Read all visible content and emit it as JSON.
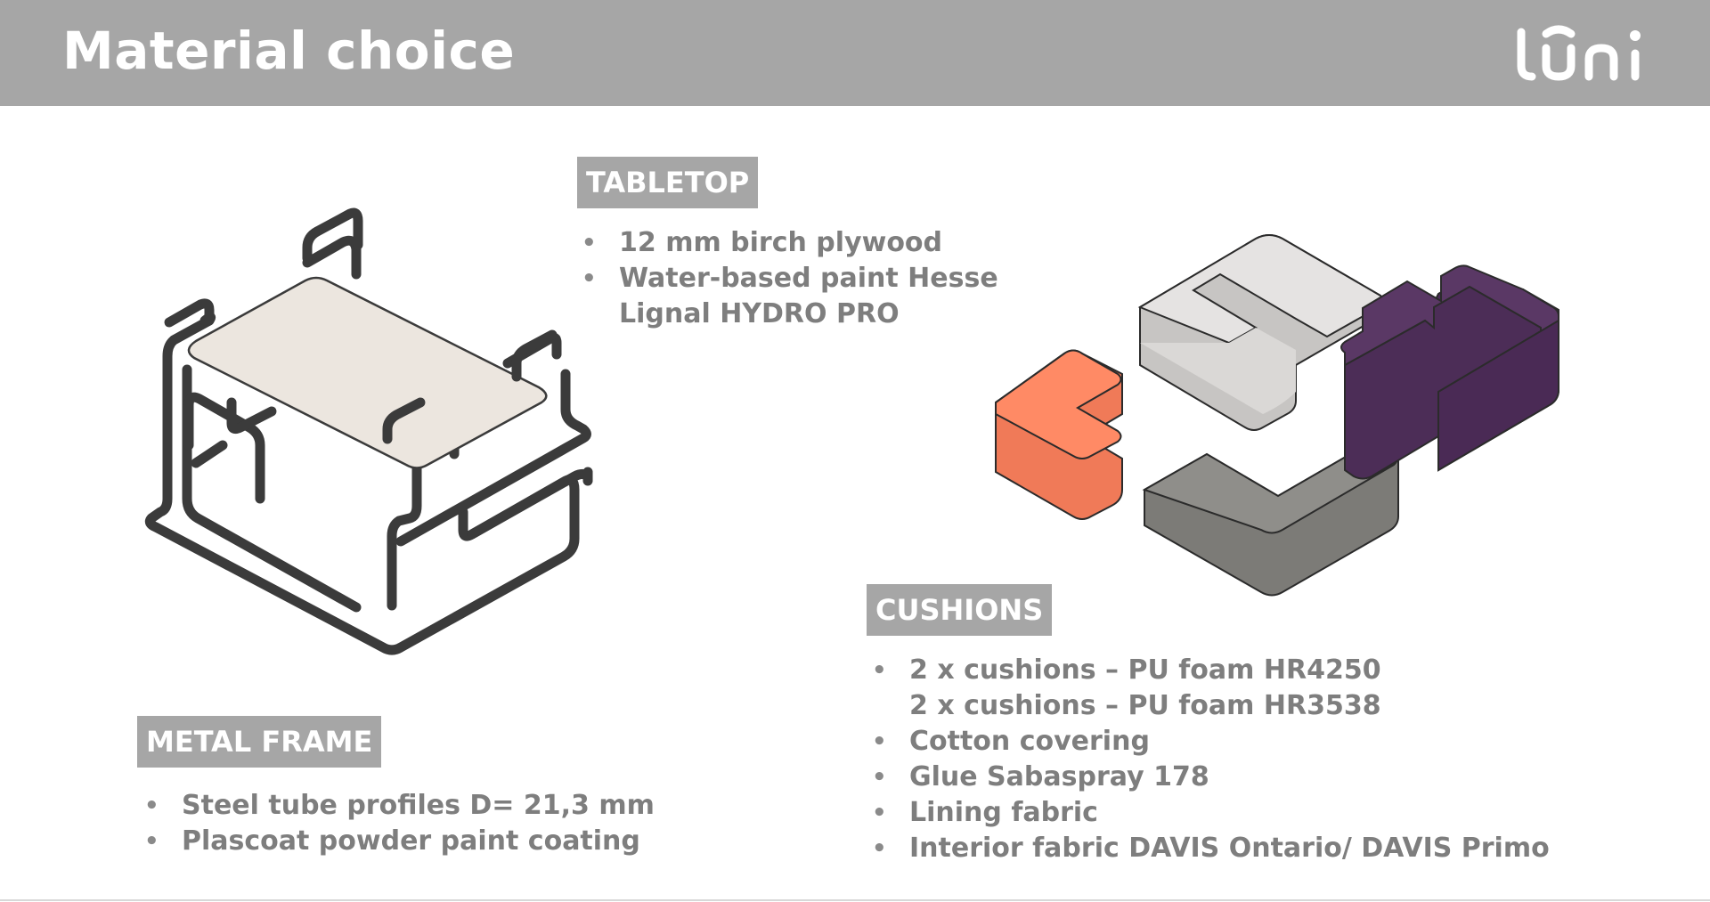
{
  "header": {
    "title": "Material choice",
    "logo_text": "lüni"
  },
  "tabletop": {
    "label": "TABLETOP",
    "items": [
      {
        "text": "12 mm birch plywood",
        "bullet": true
      },
      {
        "text": "Water-based paint Hesse",
        "bullet": true
      },
      {
        "text": "Lignal HYDRO PRO",
        "bullet": false
      }
    ]
  },
  "metal_frame": {
    "label": "METAL FRAME",
    "items": [
      {
        "text": "Steel tube profiles D= 21,3 mm",
        "bullet": true
      },
      {
        "text": "Plascoat powder paint coating",
        "bullet": true
      }
    ]
  },
  "cushions": {
    "label": "CUSHIONS",
    "items": [
      {
        "text": "2 x cushions – PU foam HR4250",
        "bullet": true
      },
      {
        "text": "2 x cushions – PU foam HR3538",
        "bullet": false
      },
      {
        "text": "Cotton covering",
        "bullet": true
      },
      {
        "text": "Glue Sabaspray 178",
        "bullet": true
      },
      {
        "text": "Lining fabric",
        "bullet": true
      },
      {
        "text": "Interior fabric DAVIS Ontario/ DAVIS Primo",
        "bullet": true
      }
    ]
  },
  "colors": {
    "header_bg": "#a6a6a6",
    "cushion_orange": "#ff8a65",
    "cushion_light": "#e5e3e2",
    "cushion_purple": "#5a3865",
    "cushion_grey": "#8a8985",
    "tabletop": "#ece6df"
  }
}
